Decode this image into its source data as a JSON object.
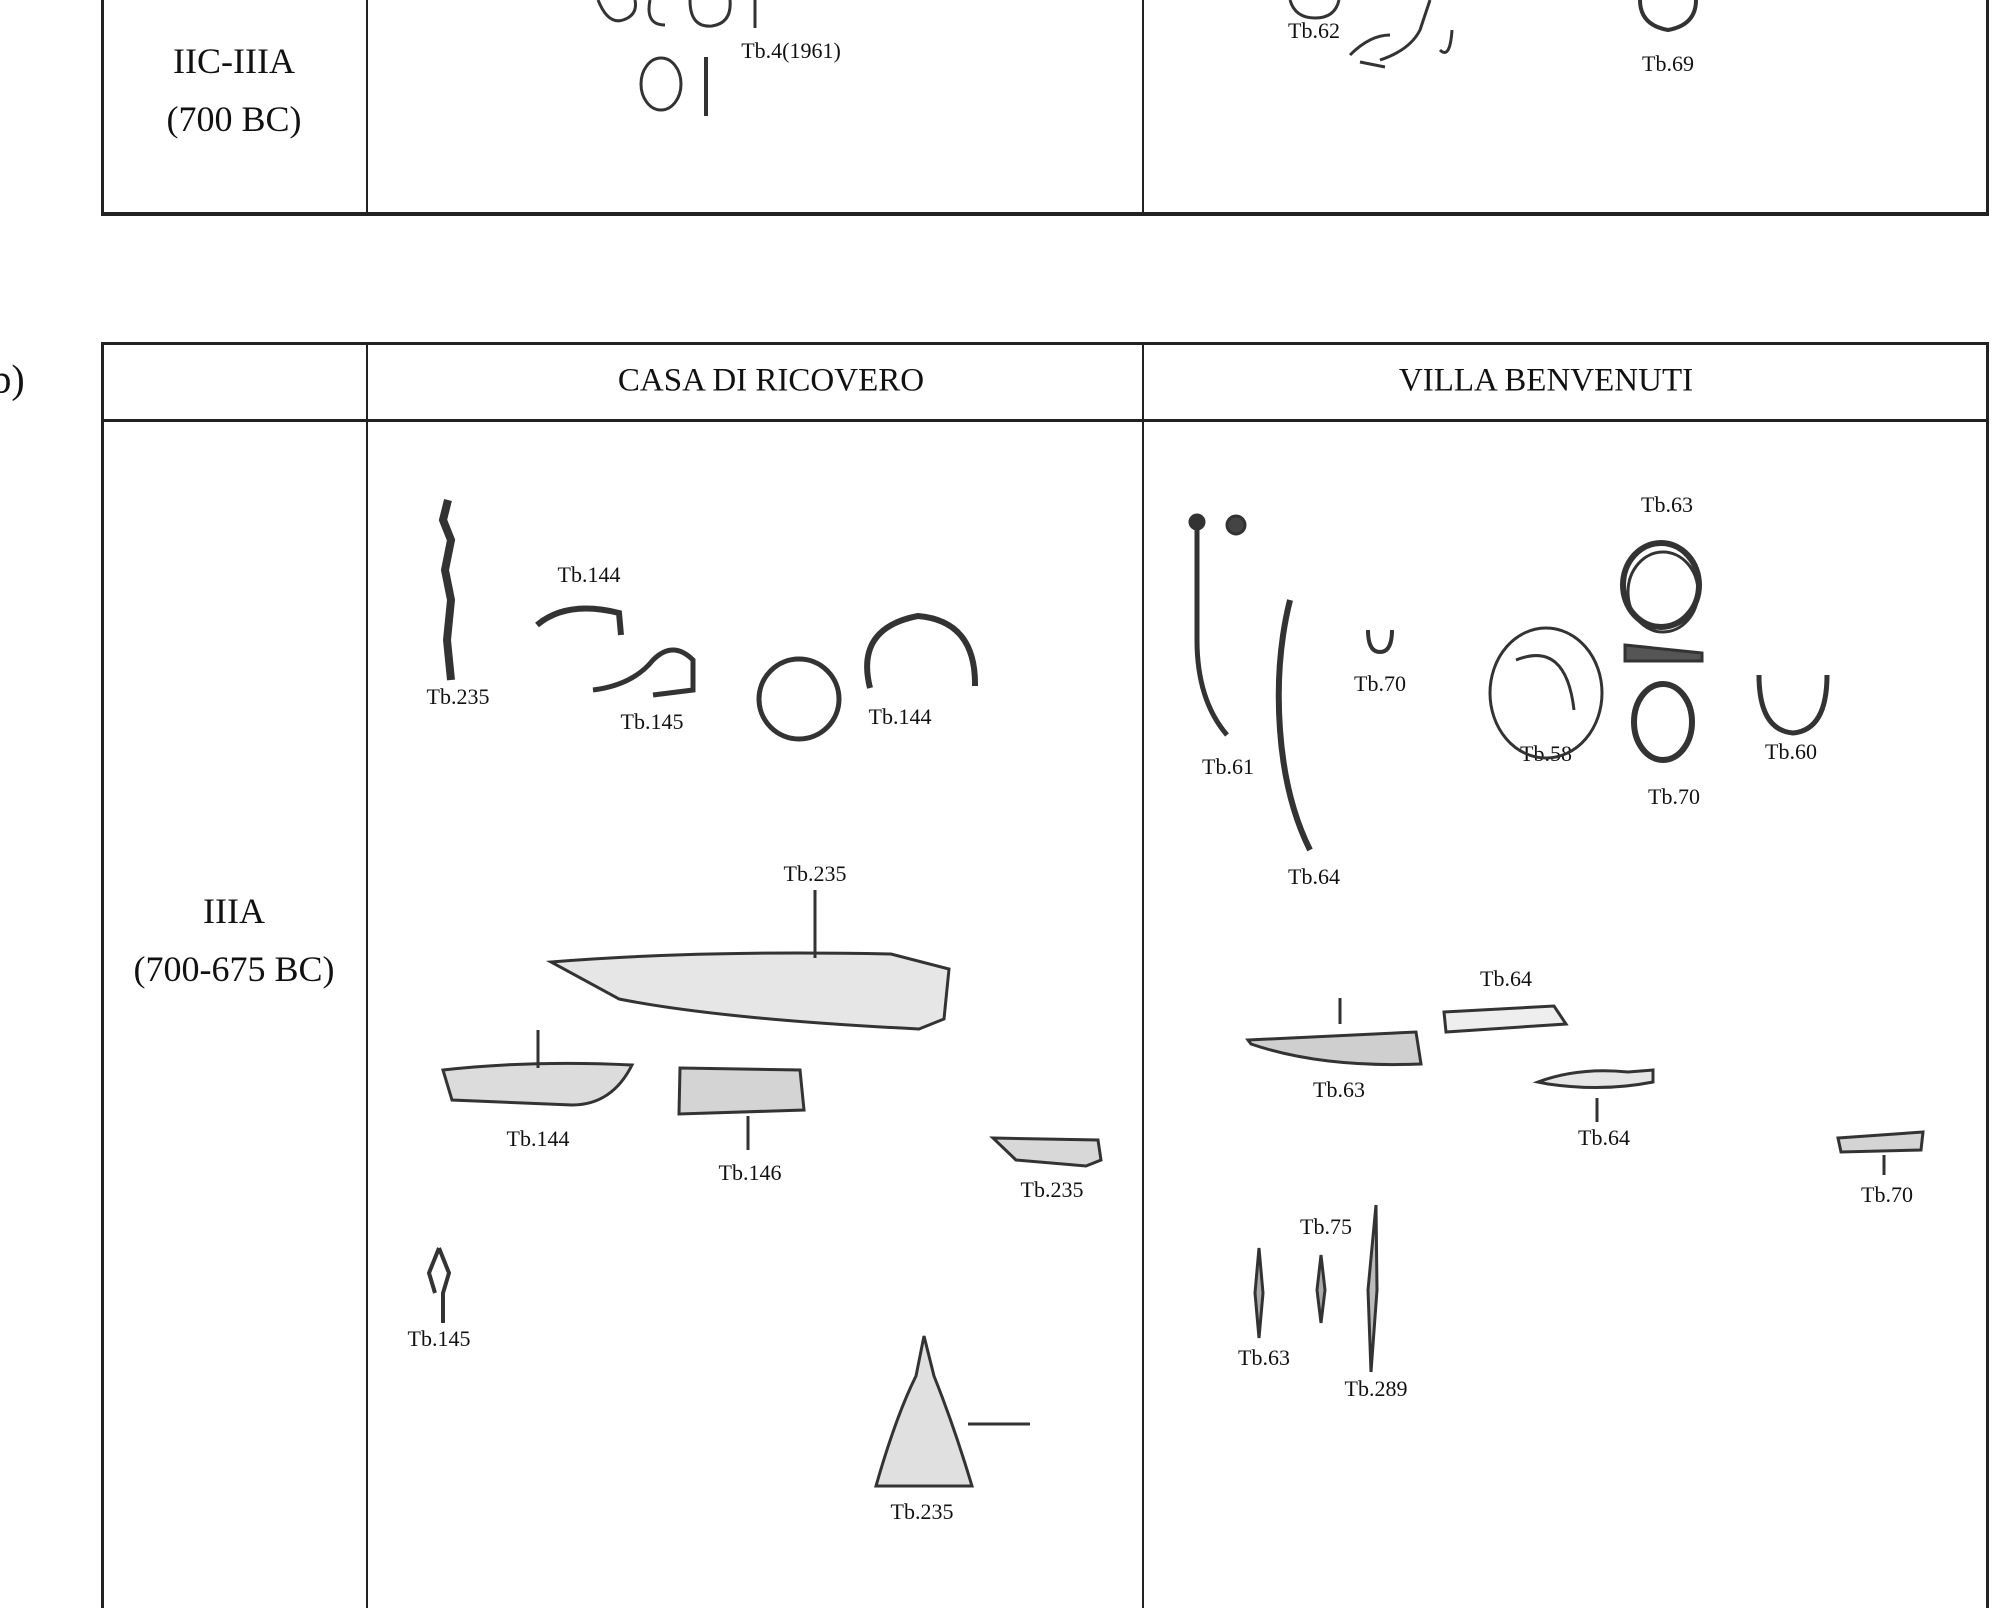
{
  "panel_b_label": "b)",
  "top_table": {
    "period": [
      "IIC-IIIA",
      "(700 BC)"
    ],
    "labels": [
      "Tb.4(1961)",
      "Tb.62",
      "Tb.69"
    ]
  },
  "bottom_table": {
    "headers": [
      "CASA DI RICOVERO",
      "VILLA BENVENUTI"
    ],
    "period": [
      "IIIA",
      "(700-675 BC)"
    ],
    "casa_labels": [
      "Tb.235",
      "Tb.144",
      "Tb.145",
      "Tb.144",
      "Tb.235",
      "Tb.144",
      "Tb.146",
      "Tb.235",
      "Tb.145",
      "Tb.235"
    ],
    "villa_labels": [
      "Tb.63",
      "Tb.70",
      "Tb.61",
      "Tb.58",
      "Tb.70",
      "Tb.60",
      "Tb.64",
      "Tb.64",
      "Tb.63",
      "Tb.64",
      "Tb.70",
      "Tb.75",
      "Tb.63",
      "Tb.289"
    ]
  }
}
